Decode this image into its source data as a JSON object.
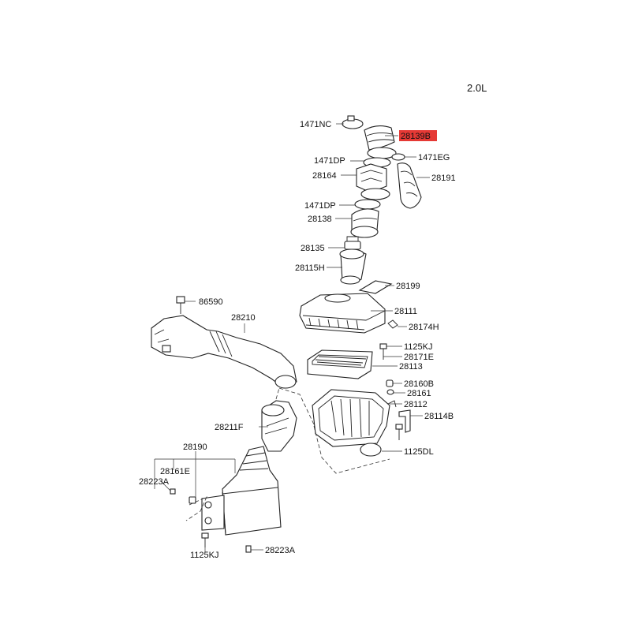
{
  "engine": "2.0L",
  "highlight_color": "#e53935",
  "labels": {
    "l1471nc": "1471NC",
    "l28139b": "28139B",
    "l1471dp_a": "1471DP",
    "l1471eg": "1471EG",
    "l28164": "28164",
    "l28191": "28191",
    "l1471dp_b": "1471DP",
    "l28138": "28138",
    "l28135": "28135",
    "l28115h": "28115H",
    "l28199": "28199",
    "l86590": "86590",
    "l28111": "28111",
    "l28210": "28210",
    "l28174h": "28174H",
    "l1125kj_a": "1125KJ",
    "l28171e": "28171E",
    "l28113": "28113",
    "l28160b": "28160B",
    "l28161": "28161",
    "l28112": "28112",
    "l28114b": "28114B",
    "l28211f": "28211F",
    "l1125dl": "1125DL",
    "l28190": "28190",
    "l28161e": "28161E",
    "l28223a_a": "28223A",
    "l1125kj_b": "1125KJ",
    "l28223a_b": "28223A"
  }
}
